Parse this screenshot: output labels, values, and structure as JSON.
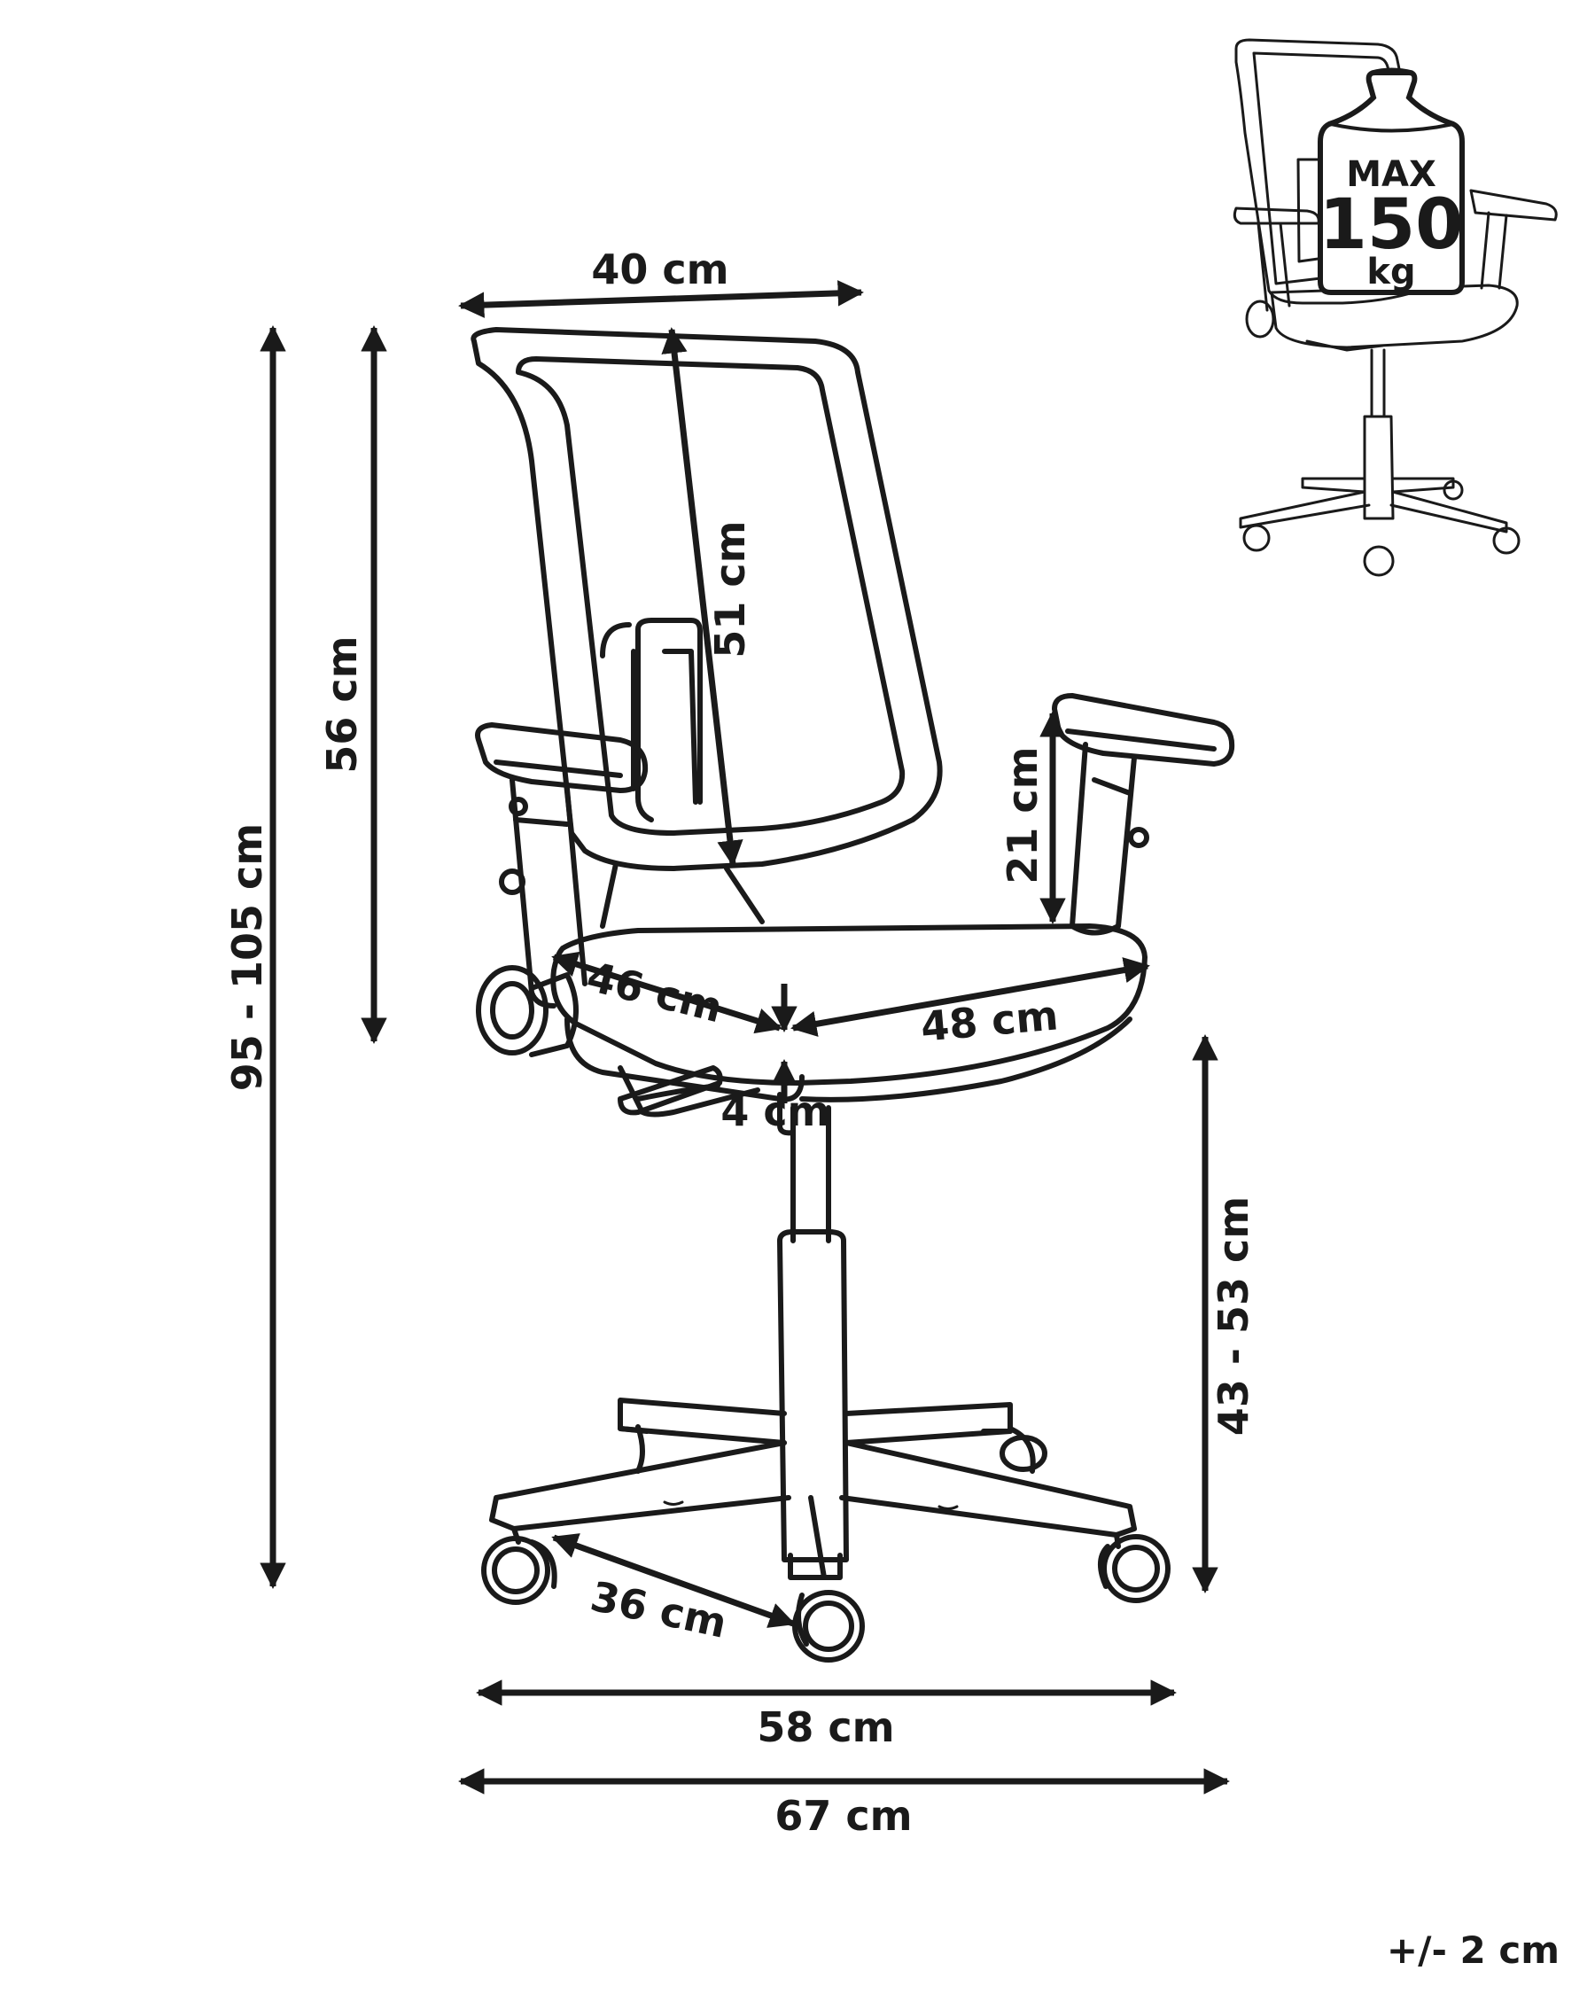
{
  "dimensions": {
    "backrest_width": "40 cm",
    "backrest_height": "51 cm",
    "armrest_height_from_seat": "21 cm",
    "seat_depth": "46 cm",
    "seat_width": "48 cm",
    "seat_thickness": "4 cm",
    "seat_height": "43 - 53 cm",
    "back_to_seat_height": "56 cm",
    "total_height": "95 - 105 cm",
    "caster_spacing": "36 cm",
    "base_width": "58 cm",
    "total_width": "67 cm"
  },
  "load_badge": {
    "line1": "MAX",
    "line2": "150",
    "line3": "kg"
  },
  "tolerance": "+/- 2 cm"
}
